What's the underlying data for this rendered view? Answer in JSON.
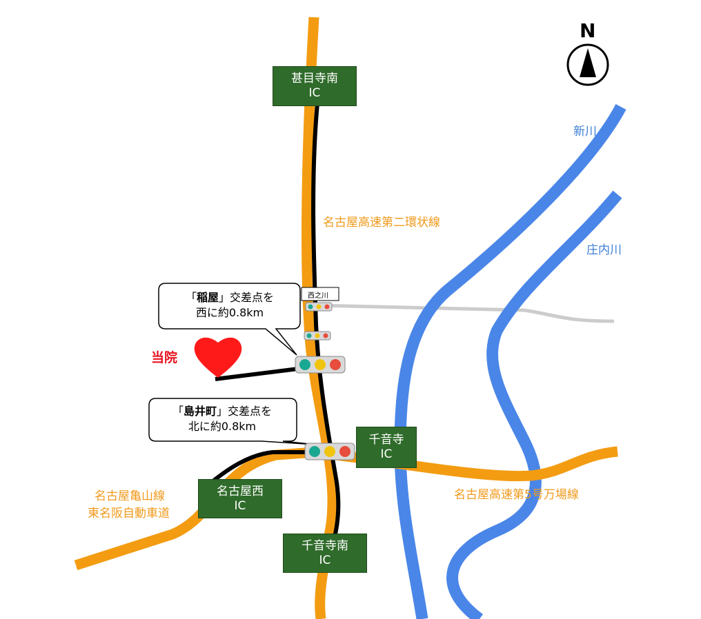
{
  "map": {
    "ic_signs": {
      "jimokuji_minami": {
        "line1": "甚目寺南",
        "line2": "IC"
      },
      "senonji": {
        "line1": "千音寺",
        "line2": "IC"
      },
      "nagoya_nishi": {
        "line1": "名古屋西",
        "line2": "IC"
      },
      "senonji_minami": {
        "line1": "千音寺南",
        "line2": "IC"
      }
    },
    "roads": {
      "second_ring": "名古屋高速第二環状線",
      "route5": "名古屋高速第5号万場線",
      "kameyama_line1": "名古屋亀山線",
      "kameyama_line2": "東名阪自動車道"
    },
    "rivers": {
      "shinkawa": "新川",
      "shonaigawa": "庄内川"
    },
    "intersection_sign": "西之川",
    "callouts": {
      "inaya": {
        "open_bracket": "「",
        "name": "稲屋",
        "close_bracket": "」",
        "rest": "交差点を",
        "line2": "西に約0.8km"
      },
      "shimaicho": {
        "open_bracket": "「",
        "name": "島井町",
        "close_bracket": "」",
        "rest": "交差点を",
        "line2": "北に約0.8km"
      }
    },
    "clinic_label": "当院",
    "north_label": "N",
    "colors": {
      "expressway": "#f39c12",
      "road": "#000000",
      "river": "#4a86e8",
      "minor_road": "#cccccc",
      "ic_sign": "#2f6b2a",
      "clinic": "#e8141f"
    },
    "icons": [
      "traffic-light-icon",
      "heart-icon",
      "north-arrow-icon"
    ]
  }
}
